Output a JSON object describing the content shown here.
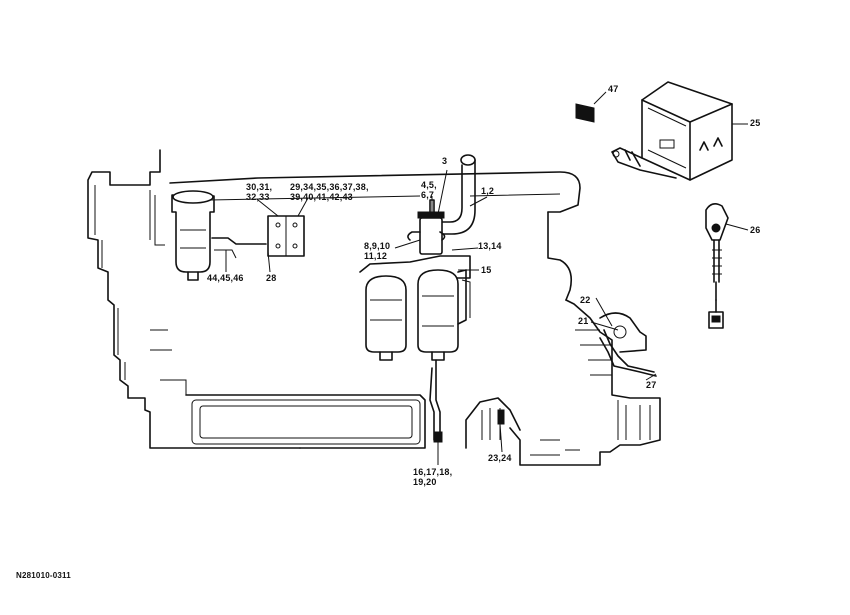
{
  "figure_id": "N281010-0311",
  "callouts": {
    "c3": "3",
    "c45": "4,5,",
    "c67": "6,7",
    "c12": "1,2",
    "c3031": "30,31,",
    "c3233": "32,33",
    "c29a": "29,34,35,36,37,38,",
    "c29b": "39,40,41,42,43",
    "c810": "8,9,10",
    "c1112": "11,12",
    "c1314": "13,14",
    "c15": "15",
    "c444546": "44,45,46",
    "c28": "28",
    "c47": "47",
    "c25": "25",
    "c26": "26",
    "c22": "22",
    "c21": "21",
    "c27": "27",
    "c2324": "23,24",
    "c1618": "16,17,18,",
    "c1920": "19,20"
  }
}
